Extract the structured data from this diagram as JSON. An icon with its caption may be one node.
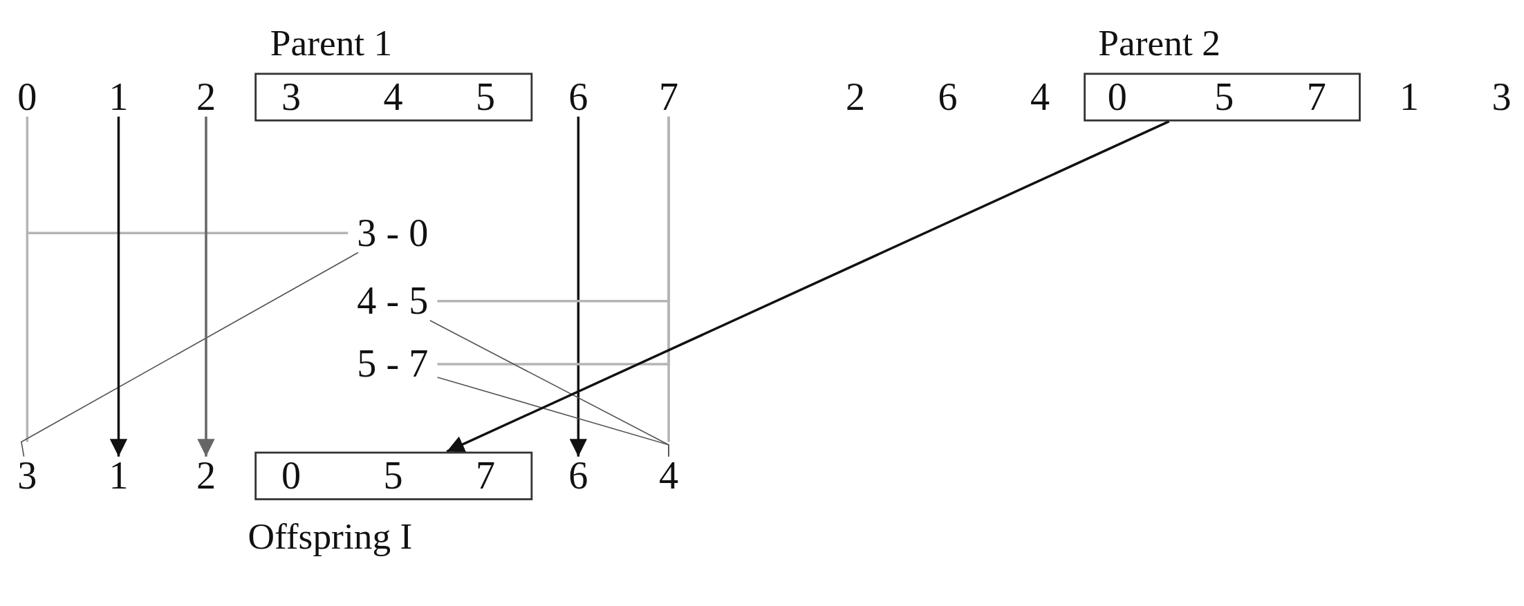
{
  "diagram": {
    "nodes": [
      {
        "text": [
          "0"
        ]
      },
      {
        "text": [
          "1"
        ]
      },
      {
        "text": [
          "2"
        ]
      },
      {
        "text": [
          "Parent 1"
        ]
      },
      {
        "text": [
          "3"
        ],
        "in": 3
      },
      {
        "text": [
          "4"
        ],
        "in": 3
      },
      {
        "text": [
          "5"
        ],
        "in": 3
      },
      {
        "text": [
          "6"
        ]
      },
      {
        "text": [
          "7"
        ]
      },
      {
        "text": [
          "2"
        ]
      },
      {
        "text": [
          "6"
        ]
      },
      {
        "text": [
          "4"
        ]
      },
      {
        "text": [
          "Parent 2"
        ]
      },
      {
        "text": [
          "0"
        ],
        "in": 12
      },
      {
        "text": [
          "5"
        ],
        "in": 12
      },
      {
        "text": [
          "7"
        ],
        "in": 12
      },
      {
        "text": [
          "1"
        ]
      },
      {
        "text": [
          "3"
        ]
      },
      {
        "text": [
          "3 - 0"
        ]
      },
      {
        "text": [
          "4 - 5"
        ]
      },
      {
        "text": [
          "5 - 7"
        ]
      },
      {
        "text": [
          "3"
        ]
      },
      {
        "text": [
          "1"
        ]
      },
      {
        "text": [
          "2"
        ]
      },
      {
        "text": [
          "Offspring I"
        ]
      },
      {
        "text": [
          "0"
        ],
        "in": 24
      },
      {
        "text": [
          "5"
        ],
        "in": 24
      },
      {
        "text": [
          "7"
        ],
        "in": 24
      },
      {
        "text": [
          "6"
        ]
      },
      {
        "text": [
          "4"
        ]
      }
    ],
    "edges": [
      {
        "from": 0,
        "to": 18,
        "arrow": "none",
        "color": "#b4b4b4"
      },
      {
        "from": 18,
        "to": 21,
        "arrow": "none",
        "color": "#555555"
      },
      {
        "from": 1,
        "to": 22,
        "arrow": "to",
        "color": "#111111"
      },
      {
        "from": 2,
        "to": 23,
        "arrow": "to",
        "color": "#666666"
      },
      {
        "from": 7,
        "to": 28,
        "arrow": "to",
        "color": "#111111"
      },
      {
        "from": 8,
        "to": 19,
        "arrow": "none",
        "color": "#b4b4b4"
      },
      {
        "from": 8,
        "to": 20,
        "arrow": "none",
        "color": "#b4b4b4"
      },
      {
        "from": 19,
        "to": 29,
        "arrow": "none",
        "color": "#555555"
      },
      {
        "from": 20,
        "to": 29,
        "arrow": "none",
        "color": "#555555"
      },
      {
        "from": 12,
        "to": 24,
        "arrow": "to",
        "color": "#111111"
      }
    ]
  }
}
